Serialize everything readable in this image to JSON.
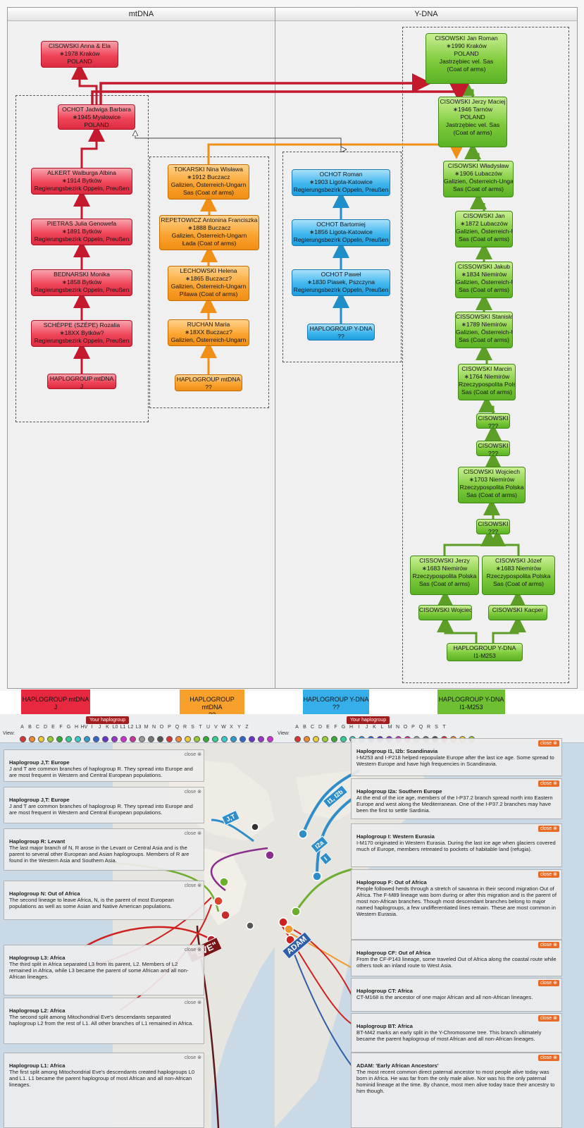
{
  "panels": {
    "left_title": "mtDNA",
    "right_title": "Y-DNA"
  },
  "mtdna_main": [
    {
      "lines": [
        "CISOWSKI Anna & Ela",
        "∗1978 Kraków",
        "POLAND"
      ]
    },
    {
      "lines": [
        "OCHOT Jadwiga Barbara",
        "∗1945 Mysłowice",
        "POLAND"
      ]
    },
    {
      "lines": [
        "ALKERT Walburga Albina",
        "∗1914 Bytków",
        "Regierungsbezirk Oppeln, Preußen"
      ]
    },
    {
      "lines": [
        "PIETRAS Julia Genowefa",
        "∗1891 Bytków",
        "Regierungsbezirk Oppeln, Preußen"
      ]
    },
    {
      "lines": [
        "BEDNARSKI Monika",
        "∗1858 Bytków",
        "Regierungsbezirk Oppeln, Preußen"
      ]
    },
    {
      "lines": [
        "SCHÉPPE (SZÉPE) Rozalia",
        "∗18XX Bytków?",
        "Regierungsbezirk Oppeln, Preußen"
      ]
    },
    {
      "lines": [
        "HAPLOGROUP mtDNA",
        "J"
      ]
    }
  ],
  "mtdna_orange": [
    {
      "lines": [
        "TOKARSKI Nina Wisława",
        "∗1912 Buczacz",
        "Galizien, Österreich-Ungarn",
        "Sas (Coat of arms)"
      ]
    },
    {
      "lines": [
        "REPETOWICZ Antonina Franciszka",
        "∗1888 Buczacz",
        "Galizien, Österreich-Ungarn",
        "Łada (Coat of arms)"
      ]
    },
    {
      "lines": [
        "LECHOWSKI Helena",
        "∗1865 Buczacz?",
        "Galizien, Österreich-Ungarn",
        "Pilawa (Coat of arms)"
      ]
    },
    {
      "lines": [
        "RUCHAN Maria",
        "∗18XX Buczacz?",
        "Galizien, Österreich-Ungarn"
      ]
    },
    {
      "lines": [
        "HAPLOGROUP mtDNA",
        "??"
      ]
    }
  ],
  "ydna_blue": [
    {
      "lines": [
        "OCHOT Roman",
        "∗1903 Ligota-Katowice",
        "Regierungsbezirk Oppeln, Preußen"
      ]
    },
    {
      "lines": [
        "OCHOT Bartomiej",
        "∗1856 Ligota-Katowice",
        "Regierungsbezirk Oppeln, Preußen"
      ]
    },
    {
      "lines": [
        "OCHOT Paweł",
        "∗1830 Piasek, Pszczyna",
        "Regierungsbezirk Oppeln, Preußen"
      ]
    },
    {
      "lines": [
        "HAPLOGROUP Y-DNA",
        "??"
      ]
    }
  ],
  "ydna_green": [
    {
      "lines": [
        "CISOWSKI Jan Roman",
        "∗1990 Kraków",
        "POLAND",
        "Jastrzębiec vel. Sas",
        "(Coat of arms)"
      ]
    },
    {
      "lines": [
        "CISOWSKI Jerzy Maciej",
        "∗1946 Tarnów",
        "POLAND",
        "Jastrzębiec vel. Sas",
        "(Coat of arms)"
      ]
    },
    {
      "lines": [
        "CISOWSKI Władysław",
        "∗1906 Lubaczów",
        "Galizien, Österreich-Ungarn",
        "Sas (Coat of arms)"
      ]
    },
    {
      "lines": [
        "CISOWSKI Jan",
        "∗1872 Lubaczów",
        "Galizien, Österreich-Ungarn",
        "Sas (Coat of arms)"
      ]
    },
    {
      "lines": [
        "CISSOWSKI Jakub",
        "∗1834 Niemirów",
        "Galizien, Österreich-Ungarn",
        "Sas (Coat of arms)"
      ]
    },
    {
      "lines": [
        "CISSOWSKI Stanisław",
        "∗1789 Niemirów",
        "Galizien, Österreich-Ungarn",
        "Sas (Coat of arms)"
      ]
    },
    {
      "lines": [
        "CISOWSKI Marcin",
        "∗1764 Niemirów",
        "Rzeczypospolita Polska",
        "Sas (Coat of arms)"
      ]
    },
    {
      "lines": [
        "CISOWSKI",
        "???"
      ]
    },
    {
      "lines": [
        "CISOWSKI",
        "???"
      ]
    },
    {
      "lines": [
        "CISOWSKI Wojciech",
        "∗1703 Niemirów",
        "Rzeczypospolita Polska",
        "Sas (Coat of arms)"
      ]
    },
    {
      "lines": [
        "CISOWSKI",
        "???"
      ]
    },
    {
      "lines": [
        "CISSOWSKI Jerzy",
        "∗1683 Niemirów",
        "Rzeczypospolita Polska",
        "Sas (Coat of arms)"
      ]
    },
    {
      "lines": [
        "CISOWSKI Józef",
        "∗1683 Niemirów",
        "Rzeczypospolita Polska",
        "Sas (Coat of arms)"
      ]
    },
    {
      "lines": [
        "CISOWSKI Wojciech"
      ]
    },
    {
      "lines": [
        "CISOWSKI Kacper"
      ]
    },
    {
      "lines": [
        "HAPLOGROUP Y-DNA",
        "I1-M253"
      ]
    }
  ],
  "legend": [
    {
      "lines": [
        "HAPLOGROUP mtDNA",
        "J"
      ],
      "color": "#e8283f"
    },
    {
      "lines": [
        "HAPLOGROUP mtDNA",
        "??"
      ],
      "color": "#f7a02c"
    },
    {
      "lines": [
        "HAPLOGROUP Y-DNA",
        "??"
      ],
      "color": "#36aee9"
    },
    {
      "lines": [
        "HAPLOGROUP Y-DNA",
        "I1-M253"
      ],
      "color": "#6fbf32"
    }
  ],
  "mtdna_map": {
    "your_haplogroup": "Your haplogroup",
    "view_label": "View:",
    "letters": [
      "A",
      "B",
      "C",
      "D",
      "E",
      "F",
      "G",
      "H",
      "HV",
      "I",
      "J",
      "K",
      "L0",
      "L1",
      "L2",
      "L3",
      "M",
      "N",
      "O",
      "P",
      "Q",
      "R",
      "S",
      "T",
      "U",
      "V",
      "W",
      "X",
      "Y",
      "Z"
    ],
    "close_label": "close",
    "labels": [
      "J,T",
      "\"EVE\""
    ],
    "boxes": [
      {
        "title": "Haplogroup J,T: Europe",
        "text": "J and T are common branches of haplogroup R. They spread into Europe and are most frequent in Western and Central European populations."
      },
      {
        "title": "Haplogroup J,T: Europe",
        "text": "J and T are common branches of haplogroup R. They spread into Europe and are most frequent in Western and Central European populations."
      },
      {
        "title": "Haplogroup R: Levant",
        "text": "The last major branch of N, R arose in the Levant or Central Asia and is the parent to several other European and Asian haplogroups. Members of R are found in the Western Asia and Southern Asia."
      },
      {
        "title": "Haplogroup N: Out of Africa",
        "text": "The second lineage to leave Africa, N, is the parent of most European populations as well as some Asian and Native American populations."
      },
      {
        "title": "Haplogroup L3: Africa",
        "text": "The third split in Africa separated L3 from its parent, L2. Members of L2 remained in Africa, while L3 became the parent of some African and all non-African lineages."
      },
      {
        "title": "Haplogroup L2: Africa",
        "text": "The second split among Mitochondrial Eve's descendants separated haplogroup L2 from the rest of L1. All other branches of L1 remained in Africa."
      },
      {
        "title": "Haplogroup L1: Africa",
        "text": "The first split among Mitochondrial Eve's descendants created haplogroups L0 and L1. L1 became the parent haplogroup of most African and all non-African lineages."
      }
    ]
  },
  "ydna_map": {
    "your_haplogroup": "Your haplogroup",
    "view_label": "View:",
    "letters": [
      "A",
      "B",
      "C",
      "D",
      "E",
      "F",
      "G",
      "H",
      "I",
      "J",
      "K",
      "L",
      "M",
      "N",
      "O",
      "P",
      "Q",
      "R",
      "S",
      "T"
    ],
    "close_label": "close",
    "labels": [
      "I1, I2b",
      "I2a",
      "I",
      "ADAM"
    ],
    "boxes": [
      {
        "title": "Haplogroup I1, I2b: Scandinavia",
        "text": "I-M253 and I-P218 helped repopulate Europe after the last ice age. Some spread to Western Europe and have high frequencies in Scandinavia."
      },
      {
        "title": "Haplogroup I2a: Southern Europe",
        "text": "At the end of the ice age, members of the I-P37.2 branch spread north into Eastern Europe and west along the Mediterranean. One of the I-P37.2 branches may have been the first to settle Sardinia."
      },
      {
        "title": "Haplogroup I: Western Eurasia",
        "text": "I-M170 originated in Western Eurasia. During the last ice age when glaciers covered much of Europe, members retreated to pockets of habitable land (refugia)."
      },
      {
        "title": "Haplogroup F: Out of Africa",
        "text": "People followed herds through a stretch of savanna in their second migration Out of Africa. The F-M89 lineage was born during or after this migration and is the parent of most non-African branches. Though most descendant branches belong to major named haplogroups, a few undifferentiated lines remain. These are most common in Western Eurasia."
      },
      {
        "title": "Haplogroup CF: Out of Africa",
        "text": "From the CF-P143 lineage, some traveled Out of Africa along the coastal route while others took an inland route to West Asia."
      },
      {
        "title": "Haplogroup CT: Africa",
        "text": "CT-M168 is the ancestor of one major African and all non-African lineages."
      },
      {
        "title": "Haplogroup BT: Africa",
        "text": "BT-M42 marks an early split in the Y-Chromosome tree. This branch ultimately became the parent haplogroup of most African and all non-African lineages."
      },
      {
        "title": "ADAM: 'Early African Ancestors'",
        "text": "The most recent common direct paternal ancestor to most people alive today was born in Africa. He was far from the only male alive. Nor was his the only paternal hominid lineage at the time. By chance, most men alive today trace their ancestry to him though."
      }
    ]
  }
}
